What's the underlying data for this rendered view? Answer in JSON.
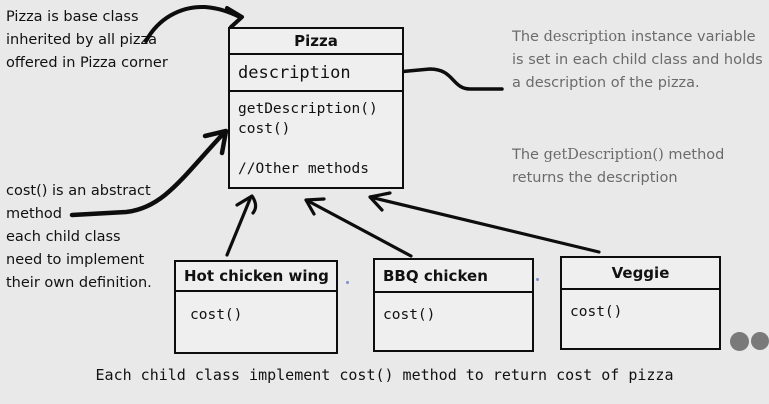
{
  "diagram": {
    "pizza_class": {
      "name": "Pizza",
      "attributes": [
        "description"
      ],
      "methods": [
        "getDescription()",
        "cost()",
        "",
        "//Other methods"
      ]
    },
    "child_classes": [
      {
        "name": "Hot chicken wing",
        "methods": [
          "cost()"
        ]
      },
      {
        "name": "BBQ chicken",
        "methods": [
          "cost()"
        ]
      },
      {
        "name": "Veggie",
        "methods": [
          "cost()"
        ]
      }
    ]
  },
  "annotations": {
    "base_class_note": "Pizza is base class\ninherited by all pizza\noffered in Pizza corner",
    "cost_note": "cost() is an abstract\nmethod\neach child class\nneed to implement\ntheir own definition.",
    "description_note": {
      "p1": "The ",
      "p2": "description",
      "p3": " instance variable is set in each child class and holds a description of the pizza."
    },
    "get_description_note": {
      "p1": "The ",
      "p2": "getDescription()",
      "p3": " method returns the description"
    },
    "bottom_caption": "Each child class implement cost() method to return cost of pizza"
  },
  "decorations": {
    "ellipsis_dots": 2,
    "ink_color": "#0d0d0d",
    "note_gray": "#6b6b6b",
    "background": "#e9e9e9"
  }
}
